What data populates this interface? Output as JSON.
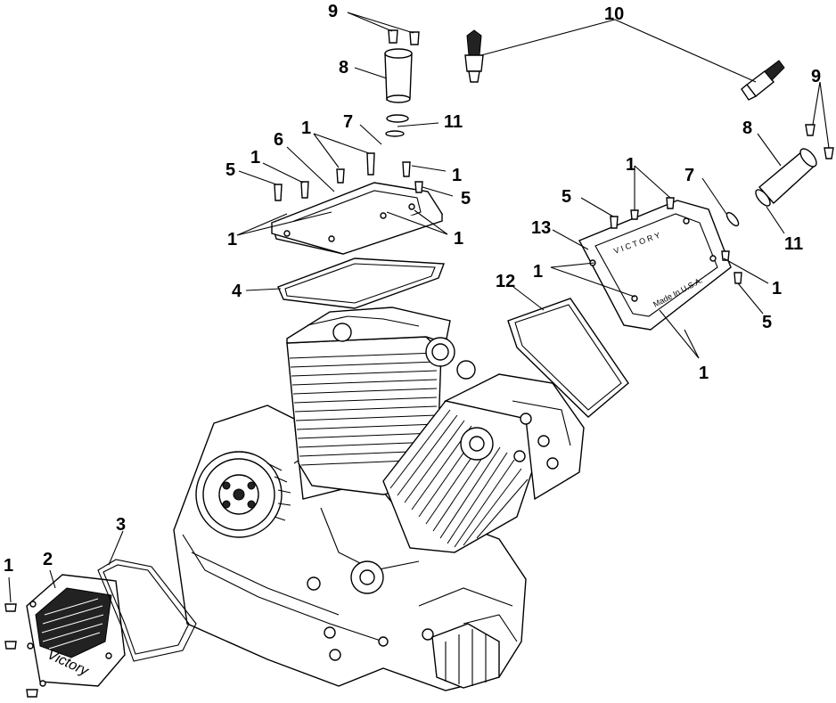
{
  "labels": {
    "l1a": "9",
    "l1b": "10",
    "l1c": "8",
    "l1d": "9",
    "l1e": "7",
    "l1f": "11",
    "l1g": "8",
    "l1h": "6",
    "l1i": "1",
    "l1j": "1",
    "l1k": "5",
    "l1l": "1",
    "l1m": "1",
    "l1n": "7",
    "l1o": "5",
    "l1p": "1",
    "l1q": "1",
    "l1r": "5",
    "l1s": "13",
    "l1t": "11",
    "l1u": "4",
    "l1v": "1",
    "l1w": "12",
    "l1x": "1",
    "l1y": "5",
    "l1z": "1",
    "l2a": "3",
    "l2b": "2",
    "l2c": "1"
  },
  "cover_marks": {
    "top_text": "V I C T O R Y",
    "bottom_text": "Made In U.S.A.",
    "logo_text": "Victory"
  }
}
